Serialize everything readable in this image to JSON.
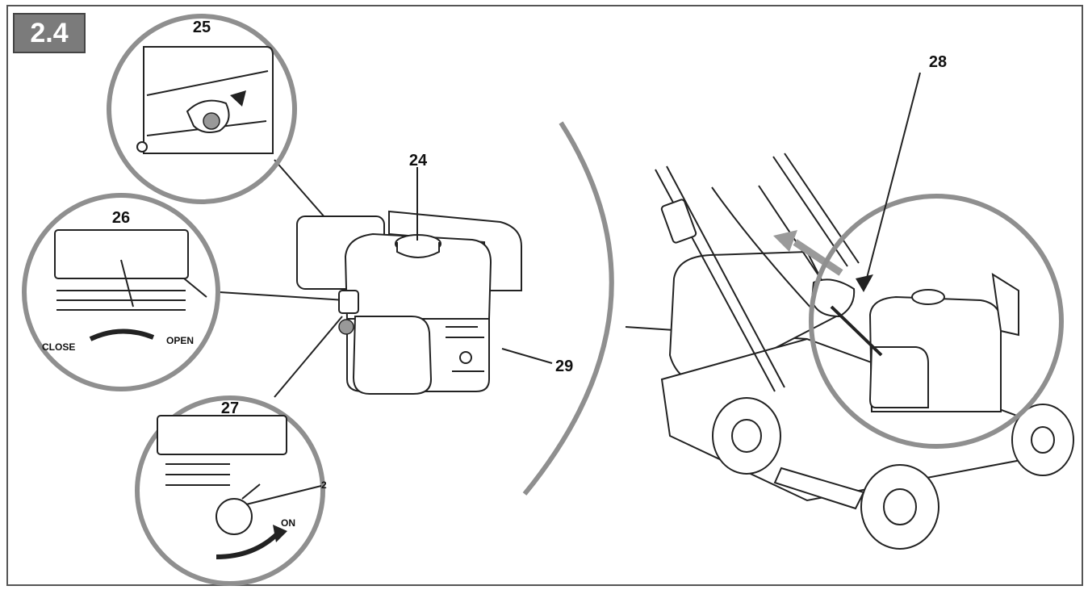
{
  "figure": {
    "badge": "2.4"
  },
  "callouts": {
    "c24": "24",
    "c25": "25",
    "c26": "26",
    "c27": "27",
    "c28": "28",
    "c29": "29",
    "c2": "2"
  },
  "labels": {
    "close": "CLOSE",
    "open": "OPEN",
    "on": "ON"
  },
  "colors": {
    "ring": "#8f8f8f",
    "badge": "#7b7b7b",
    "ink": "#222222"
  }
}
